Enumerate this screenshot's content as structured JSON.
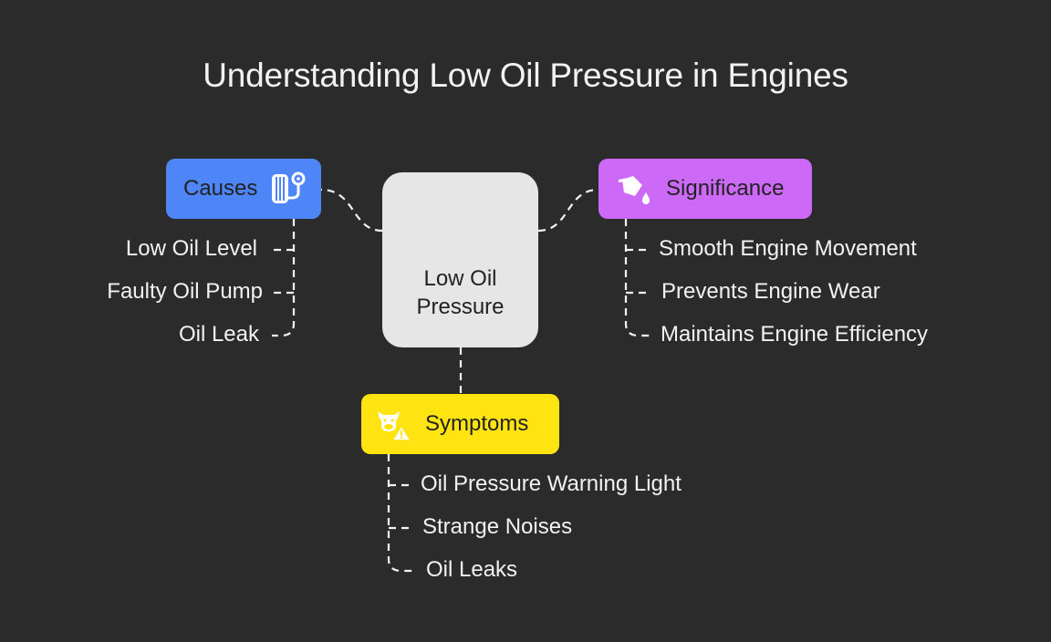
{
  "title": "Understanding Low Oil Pressure in Engines",
  "center": {
    "line1": "Low Oil",
    "line2": "Pressure"
  },
  "branches": {
    "causes": {
      "label": "Causes",
      "icon": "tire-pressure-gauge-icon",
      "color": "#4f86f7",
      "items": [
        "Low Oil Level",
        "Faulty Oil Pump",
        "Oil Leak"
      ]
    },
    "significance": {
      "label": "Significance",
      "icon": "oil-can-icon",
      "color": "#cc6af7",
      "items": [
        "Smooth Engine Movement",
        "Prevents Engine Wear",
        "Maintains Engine Efficiency"
      ]
    },
    "symptoms": {
      "label": "Symptoms",
      "icon": "warning-animal-icon",
      "color": "#ffe412",
      "items": [
        "Oil Pressure Warning Light",
        "Strange Noises",
        "Oil Leaks"
      ]
    }
  }
}
